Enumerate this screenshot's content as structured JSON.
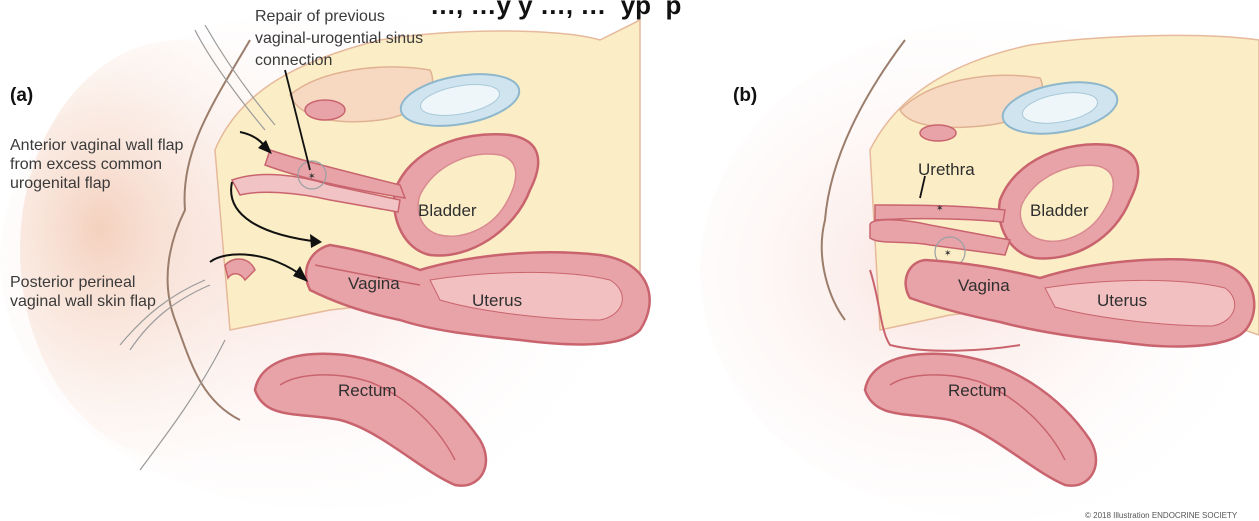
{
  "title_fragment": "…, ‌…y‌ y‌ …‌, … ‌ ‌y‌p‌ ‌ ‌p",
  "panels": [
    {
      "tag": "(a)",
      "labels": {
        "repair": [
          "Repair of previous",
          "vaginal-urogential sinus",
          "connection"
        ],
        "anterior_flap": [
          "Anterior vaginal wall flap",
          "from excess common",
          "urogenital flap"
        ],
        "posterior_flap": [
          "Posterior perineal",
          "vaginal wall skin flap"
        ],
        "bladder": "Bladder",
        "vagina": "Vagina",
        "uterus": "Uterus",
        "rectum": "Rectum"
      }
    },
    {
      "tag": "(b)",
      "labels": {
        "urethra": "Urethra",
        "bladder": "Bladder",
        "vagina": "Vagina",
        "uterus": "Uterus",
        "rectum": "Rectum"
      }
    }
  ],
  "copyright": "© 2018 Illustration ENDOCRINE SOCIETY",
  "colors": {
    "tissue_pink": "#e8a3a8",
    "tissue_dark": "#c9646e",
    "fat_yellow": "#fbeec6",
    "bone_blue": "#cfe4ef",
    "skin_shade": "#f6d9c8"
  }
}
